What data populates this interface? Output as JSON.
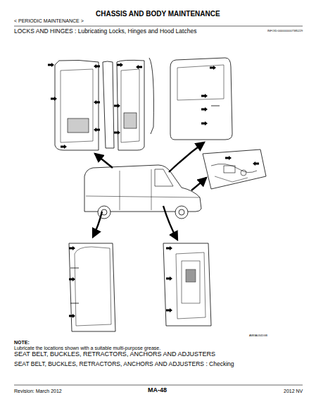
{
  "diagram": {
    "title": "CHASSIS AND BODY MAINTENANCE",
    "labels": [
      "< PERIODIC MAINTENANCE >",
      "LOCKS AND HINGES : Lubricating Locks, Hinges and Hood Latches",
      "INFOID:0000000007385229",
      "AWIIA0341GB",
      "NOTE:",
      "Lubricate the locations shown with a suitable multi-purpose grease.",
      "SEAT BELT, BUCKLES, RETRACTORS, ANCHORS AND ADJUSTERS",
      "SEAT BELT, BUCKLES, RETRACTORS, ANCHORS AND ADJUSTERS : Checking",
      "Revision: March 2012",
      "MA-48",
      "2012 NV"
    ]
  }
}
